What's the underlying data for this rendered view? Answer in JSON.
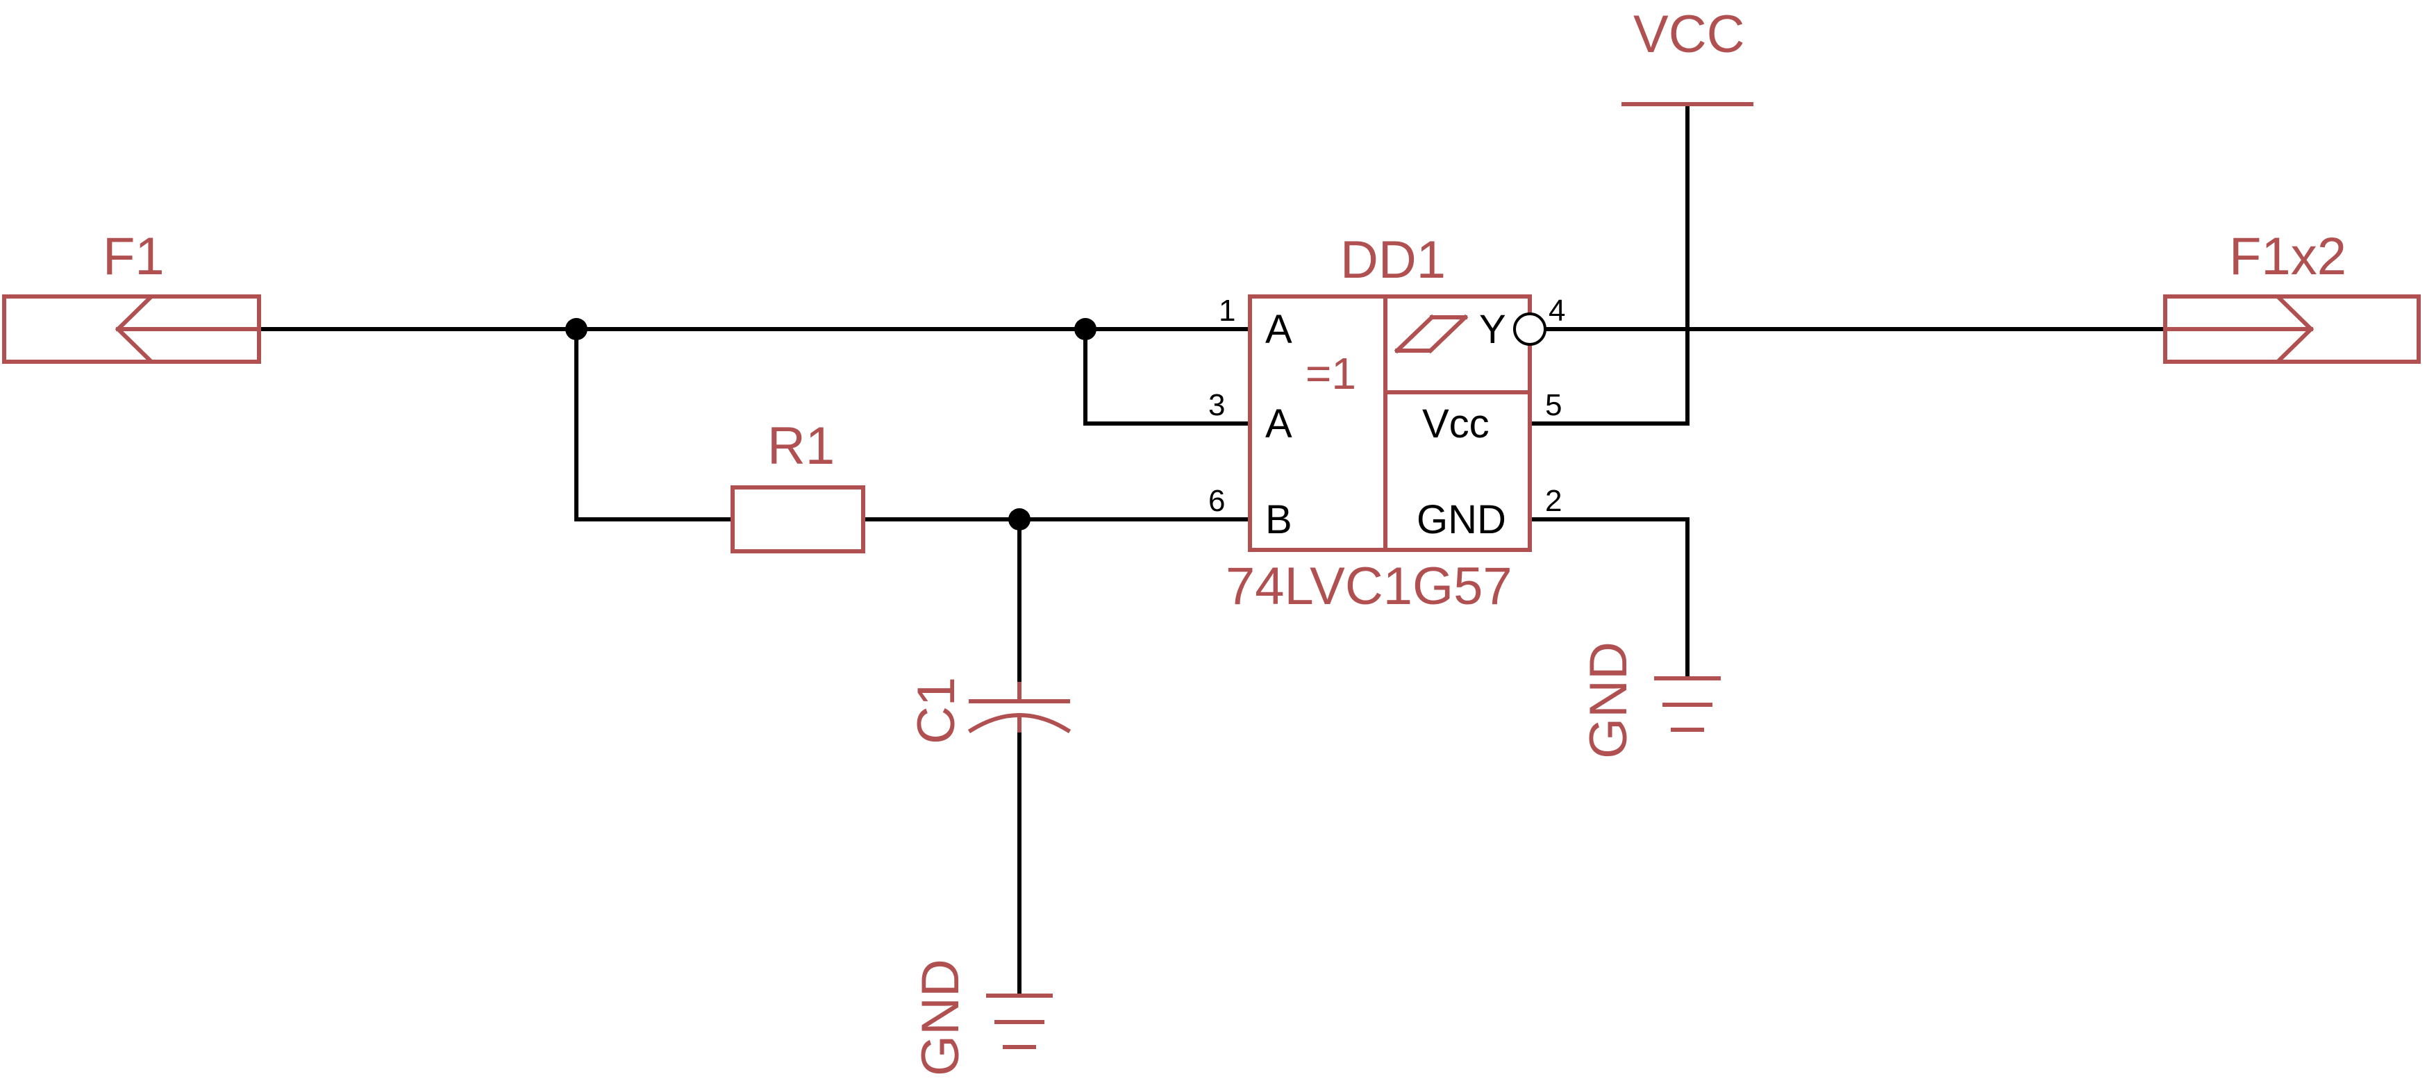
{
  "colors": {
    "symbol": "#b05050",
    "wire": "#000000",
    "background": "#ffffff"
  },
  "ports": {
    "input": "F1",
    "output": "F1x2"
  },
  "supply": {
    "vcc": "VCC",
    "gnd": "GND"
  },
  "ic": {
    "refdes": "DD1",
    "part": "74LVC1G57",
    "function": "=1",
    "pins": {
      "p1": {
        "num": "1",
        "name": "A"
      },
      "p3": {
        "num": "3",
        "name": "A"
      },
      "p6": {
        "num": "6",
        "name": "B"
      },
      "p4": {
        "num": "4",
        "name": "Y"
      },
      "p5": {
        "num": "5",
        "name": "Vcc"
      },
      "p2": {
        "num": "2",
        "name": "GND"
      }
    }
  },
  "resistor": {
    "refdes": "R1"
  },
  "capacitor": {
    "refdes": "C1"
  }
}
